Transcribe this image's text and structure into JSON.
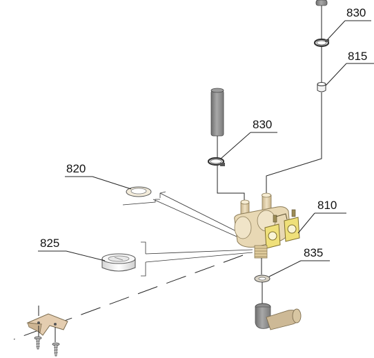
{
  "diagram": {
    "labels": {
      "l830_top": "830",
      "l815": "815",
      "l830_mid": "830",
      "l820": "820",
      "l810": "810",
      "l825": "825",
      "l835": "835"
    },
    "colors": {
      "valve_body": "#e8d8b4",
      "valve_shade": "#cdb888",
      "coil_yellow": "#efe07a",
      "hose_gray": "#9a9a9a",
      "elbow_tan": "#c8b590",
      "bracket": "#e4cdb0",
      "ink": "#222222"
    }
  }
}
